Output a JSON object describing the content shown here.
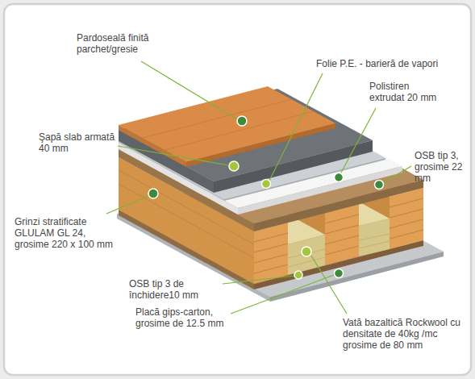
{
  "diagram": {
    "labels": [
      "Pardoseală finită parchet/gresie",
      "Folie P.E. - barieră de vapori",
      "Polistiren extrudat 20 mm",
      "Şapă slab armată 40 mm",
      "OSB tip 3, grosime 22 mm",
      "Grinzi stratificate GLULAM GL 24, grosime 220 x 100 mm",
      "OSB tip 3 de închidere10 mm",
      "Placă gips-carton, grosime de 12.5 mm",
      "Vată bazaltică Rockwool cu densitate de 40kg /mc grosime de 80 mm"
    ]
  }
}
